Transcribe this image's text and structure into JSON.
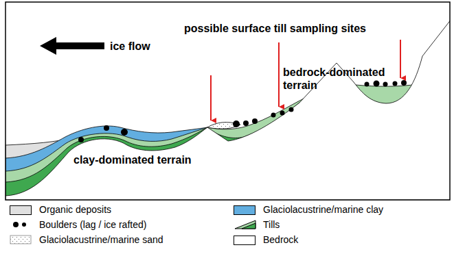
{
  "diagram": {
    "labels": [
      "possible surface till sampling sites",
      "ice flow",
      "bedrock-dominated terrain",
      "clay-dominated terrain"
    ],
    "legend": [
      {
        "text": "Organic deposits",
        "color": "#e0e0e0"
      },
      {
        "text": "Glaciolacustrine/marine clay",
        "color": "#62aee0"
      },
      {
        "text": "Boulders (lag / ice rafted)"
      },
      {
        "text": "Tills"
      },
      {
        "text": "Glaciolacustrine/marine sand"
      },
      {
        "text": "Bedrock",
        "color": "#ffffff"
      }
    ]
  }
}
